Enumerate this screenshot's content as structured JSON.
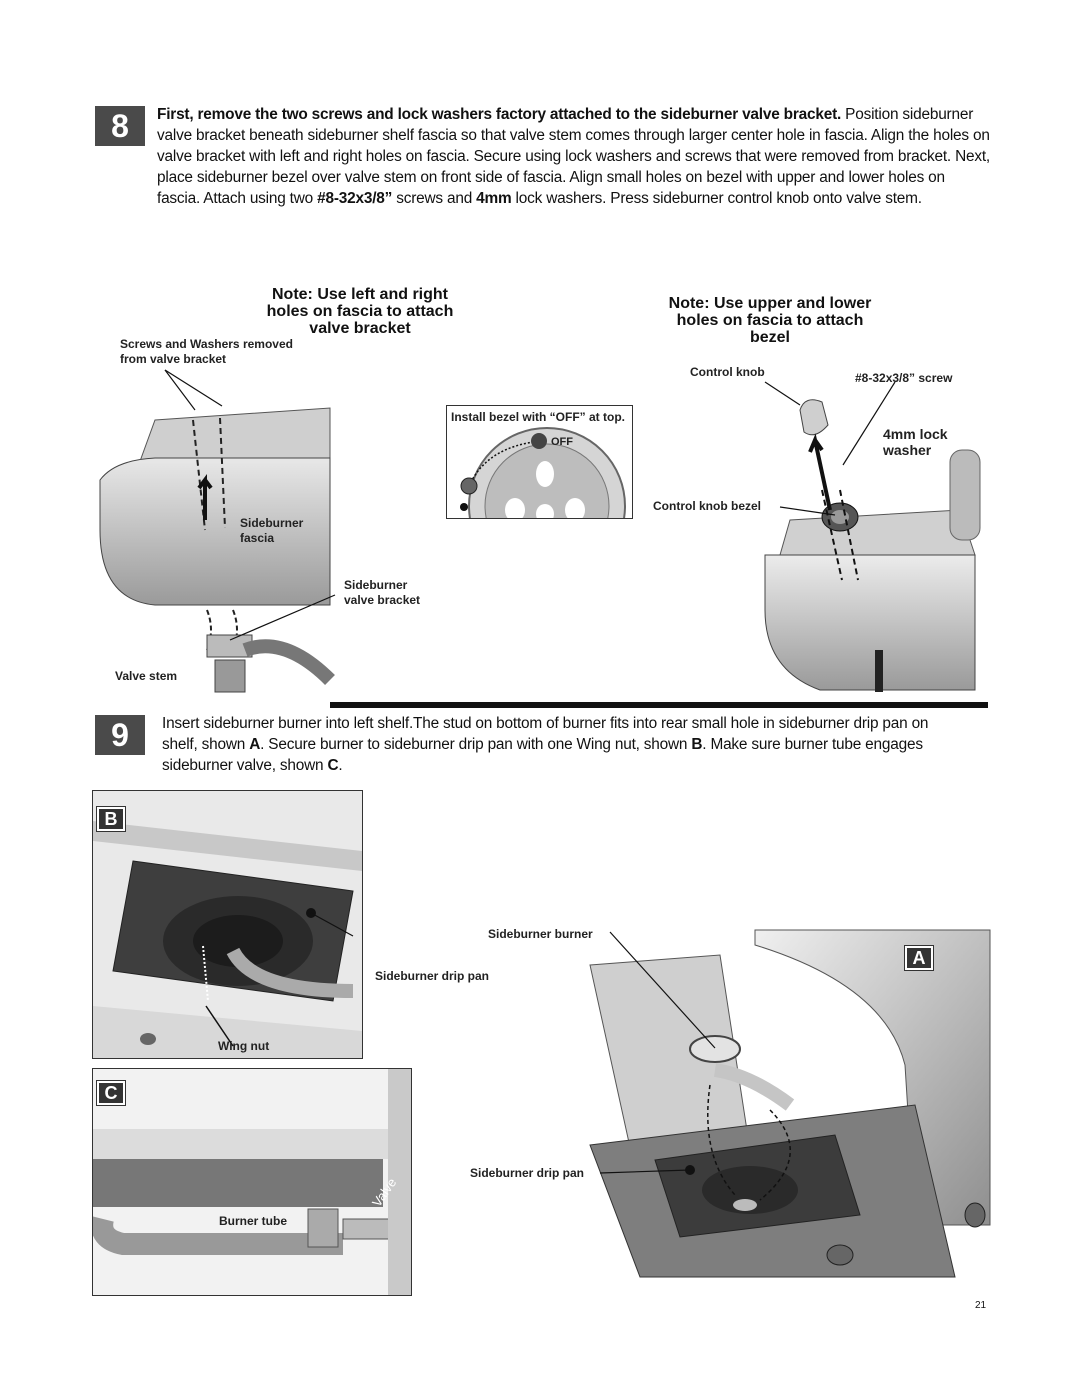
{
  "step8": {
    "number": "8",
    "text_bold": "First, remove the two screws and lock washers factory attached to the sideburner valve bracket.",
    "text_1": " Position sideburner valve bracket beneath sideburner shelf fascia so that valve stem comes through larger center hole in fascia. Align the holes on valve bracket with left and right holes on fascia.  Secure using lock washers and screws that were removed from bracket. Next, place sideburner bezel over valve stem on front side of fascia. Align small holes on bezel with upper and lower holes on fascia. Attach using two ",
    "screw_spec": "#8-32x3/8”",
    "text_2": " screws and ",
    "washer_spec": "4mm",
    "text_3": " lock washers. Press sideburner control knob onto valve stem.",
    "note_left": "Note: Use left and right holes on fascia to attach valve bracket",
    "note_right": "Note: Use upper and lower holes on fascia to attach bezel",
    "labels": {
      "screws_washers": "Screws and Washers removed from valve bracket",
      "sideburner_fascia": "Sideburner fascia",
      "sideburner_valve_bracket": "Sideburner valve bracket",
      "valve_stem": "Valve stem",
      "install_bezel": "Install bezel with “OFF” at top.",
      "off": "OFF",
      "control_knob": "Control knob",
      "screw": "#8-32x3/8” screw",
      "lock_washer": "4mm lock washer",
      "control_knob_bezel": "Control knob bezel"
    }
  },
  "step9": {
    "number": "9",
    "text_1": "Insert sideburner burner into left shelf.The stud on bottom of burner fits into rear small hole in sideburner drip pan on shelf, shown ",
    "a": "A",
    "text_2": ". Secure burner to sideburner drip pan with one Wing nut, shown ",
    "b": "B",
    "text_3": ".  Make sure burner tube engages sideburner valve, shown ",
    "c": "C",
    "text_4": ".",
    "labels": {
      "badge_b": "B",
      "badge_c": "C",
      "badge_a": "A",
      "wing_nut": "Wing nut",
      "burner_tube": "Burner tube",
      "valve": "Valve",
      "sideburner_burner": "Sideburner burner",
      "sideburner_drip_pan_1": "Sideburner drip pan",
      "sideburner_drip_pan_2": "Sideburner drip pan"
    }
  },
  "page_number": "21"
}
